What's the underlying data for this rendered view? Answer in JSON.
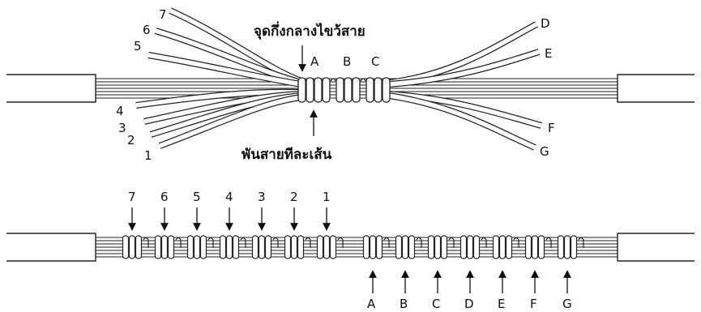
{
  "top": {
    "caption_splice_center": "จุดกึ่งกลางไขว้สาย",
    "caption_wrap_each": "พันสายทีละเส้น",
    "left_numbers": [
      "1",
      "2",
      "3",
      "4",
      "5",
      "6",
      "7"
    ],
    "center_letters": [
      "A",
      "B",
      "C"
    ],
    "right_letters": [
      "D",
      "E",
      "F",
      "G"
    ]
  },
  "bottom": {
    "top_numbers": [
      "7",
      "6",
      "5",
      "4",
      "3",
      "2",
      "1"
    ],
    "bottom_letters": [
      "A",
      "B",
      "C",
      "D",
      "E",
      "F",
      "G"
    ]
  }
}
